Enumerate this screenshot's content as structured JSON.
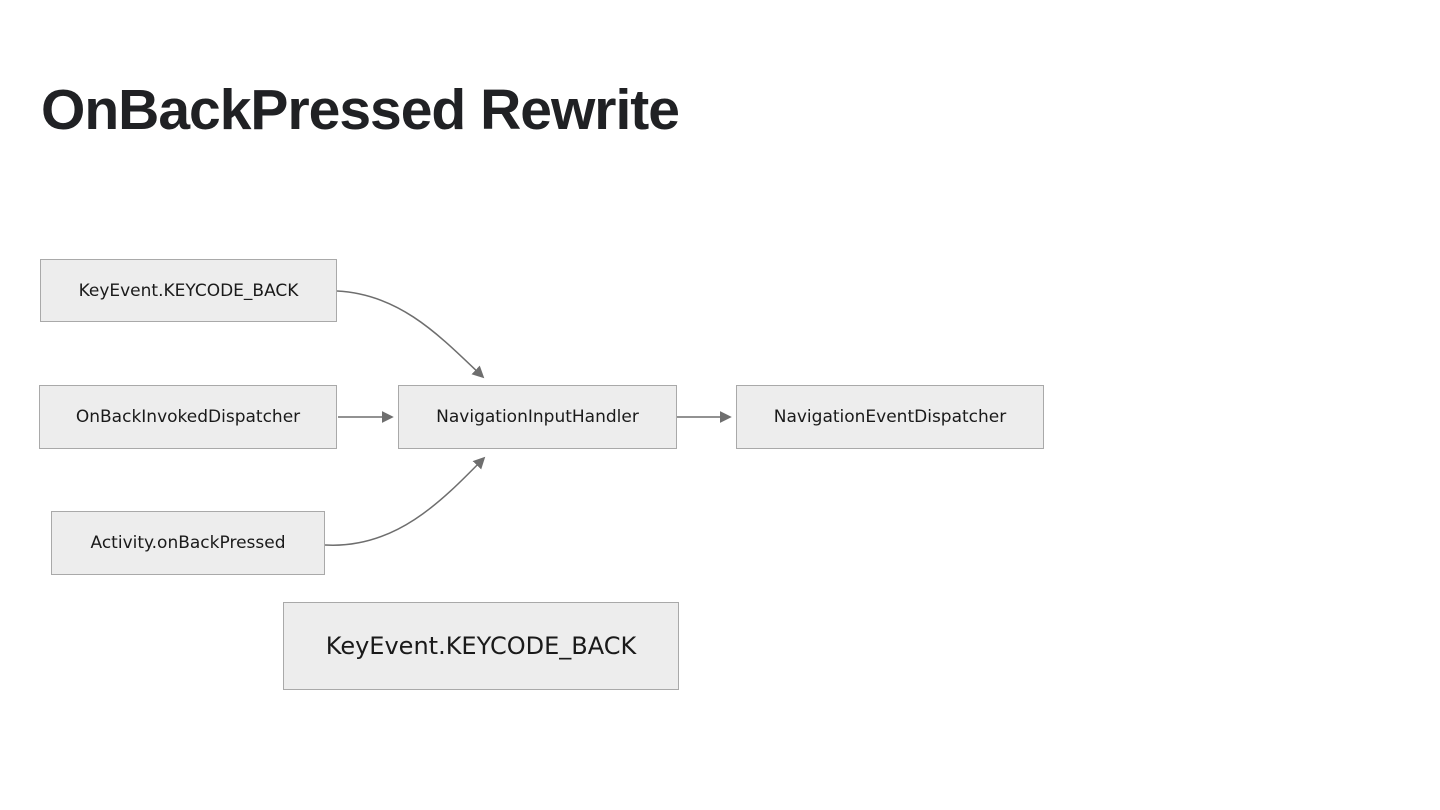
{
  "title": "OnBackPressed Rewrite",
  "colors": {
    "background": "#ffffff",
    "box_fill": "#ededed",
    "box_border": "#a9a9a9",
    "box_text": "#1a1a1a",
    "title_text": "#202124",
    "arrow": "#6e6e6e"
  },
  "diagram": {
    "nodes": [
      {
        "id": "keyevent-top",
        "label": "KeyEvent.KEYCODE_BACK"
      },
      {
        "id": "onbackinvokeddispatcher",
        "label": "OnBackInvokedDispatcher"
      },
      {
        "id": "activity-onbackpressed",
        "label": "Activity.onBackPressed"
      },
      {
        "id": "navigationinputhandler",
        "label": "NavigationInputHandler"
      },
      {
        "id": "navigationeventdispatcher",
        "label": "NavigationEventDispatcher"
      },
      {
        "id": "keyevent-bottom",
        "label": "KeyEvent.KEYCODE_BACK"
      }
    ],
    "edges": [
      {
        "from": "keyevent-top",
        "to": "navigationinputhandler",
        "style": "curved"
      },
      {
        "from": "onbackinvokeddispatcher",
        "to": "navigationinputhandler",
        "style": "straight"
      },
      {
        "from": "activity-onbackpressed",
        "to": "navigationinputhandler",
        "style": "curved"
      },
      {
        "from": "navigationinputhandler",
        "to": "navigationeventdispatcher",
        "style": "straight"
      }
    ]
  }
}
